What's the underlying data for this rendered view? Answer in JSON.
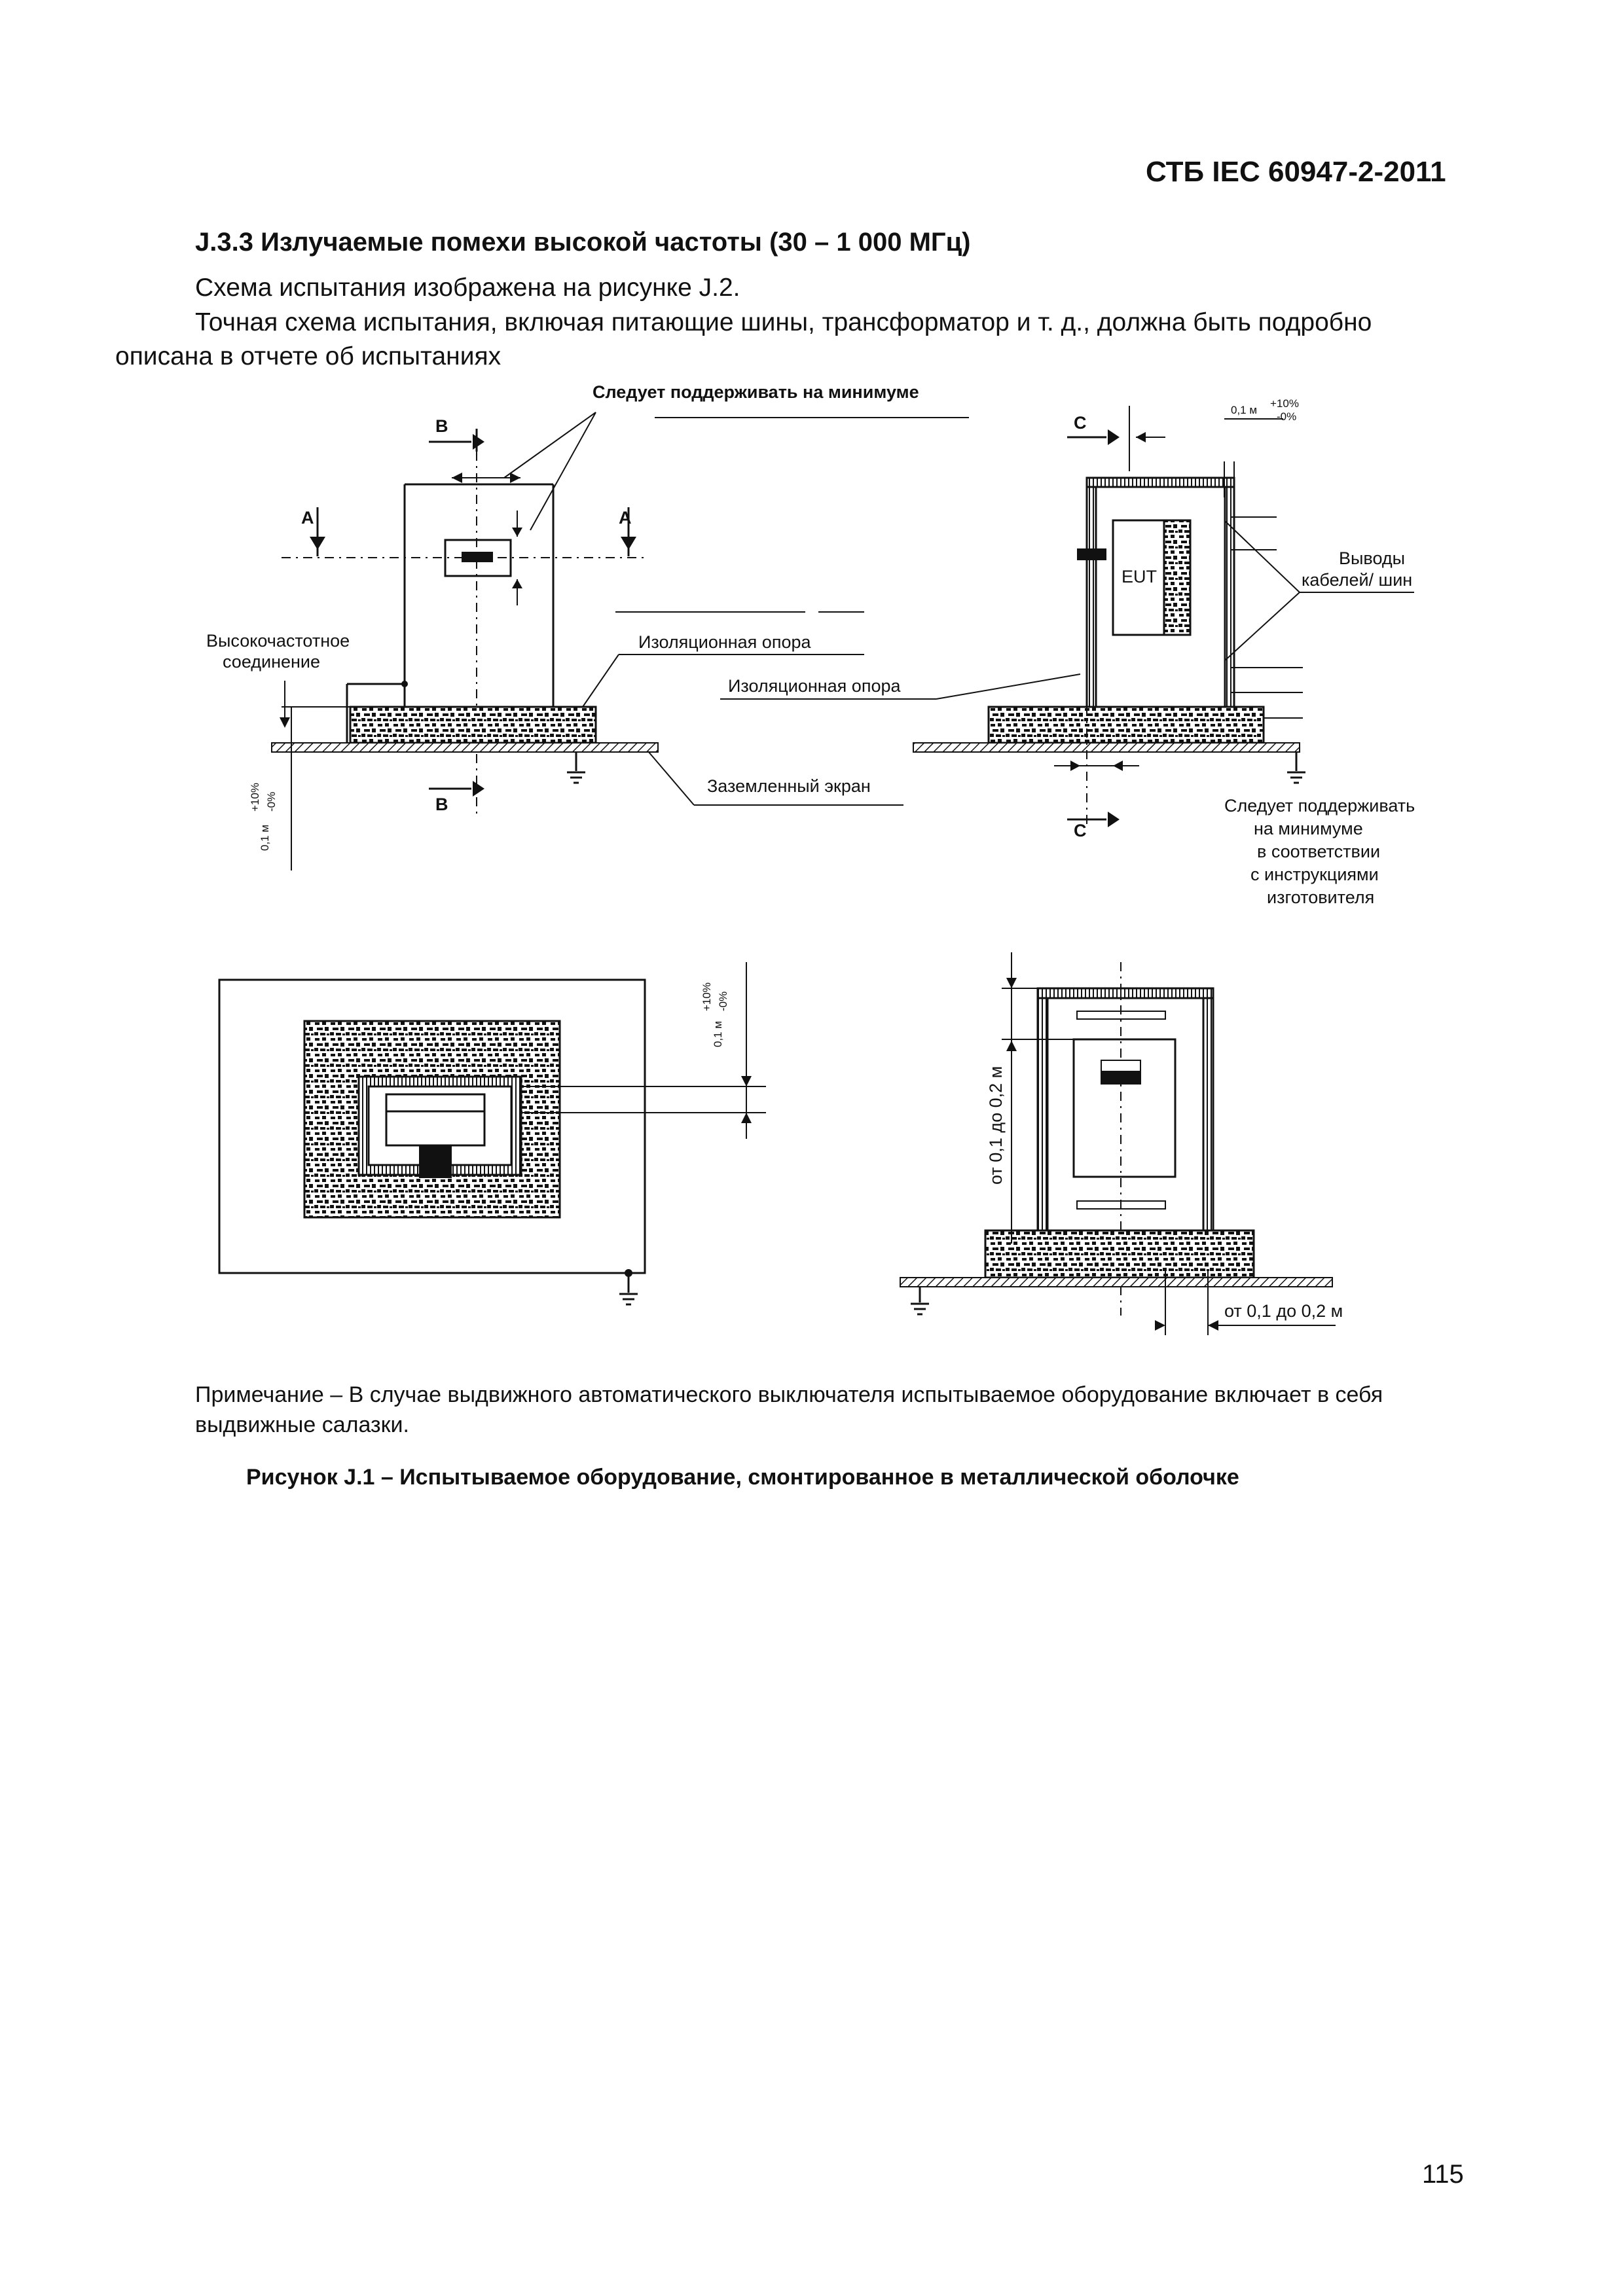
{
  "header": {
    "doc_code": "СТБ IEC 60947-2-2011"
  },
  "section": {
    "title": "J.3.3 Излучаемые помехи высокой частоты (30 – 1 000 МГц)",
    "para1": "Схема испытания изображена на рисунке J.2.",
    "para2_line1": "Точная схема испытания, включая питающие шины, трансформатор и т. д., должна быть подробно",
    "para2_line2": "описана в отчете об испытаниях"
  },
  "figure": {
    "labels": {
      "keep_min": "Следует поддерживать на минимуме",
      "hf_connection_1": "Высокочастотное",
      "hf_connection_2": "соединение",
      "insulating_support_1": "Изоляционная опора",
      "insulating_support_2": "Изоляционная опора",
      "grounded_screen": "Заземленный экран",
      "cable_outlets_1": "Выводы",
      "cable_outlets_2": "кабелей/ шин",
      "eut": "EUT",
      "keep_min_mfr_1": "Следует поддерживать",
      "keep_min_mfr_2": "на минимуме",
      "keep_min_mfr_3": "в соответствии",
      "keep_min_mfr_4": "с инструкциями",
      "keep_min_mfr_5": "изготовителя",
      "section_a": "A",
      "section_b": "B",
      "section_c": "C",
      "dim_01m": "0,1 м",
      "tol_plus": "+10%",
      "tol_minus": "-0%",
      "dim_01_02m_vertical": "от 0,1 до 0,2 м",
      "dim_01_02m_horizontal": "от 0,1 до 0,2 м"
    }
  },
  "note": "Примечание – В случае выдвижного автоматического выключателя испытываемое оборудование включает в себя выдвижные салазки.",
  "caption": "Рисунок J.1 – Испытываемое оборудование, смонтированное в металлической оболочке",
  "page_number": "115"
}
